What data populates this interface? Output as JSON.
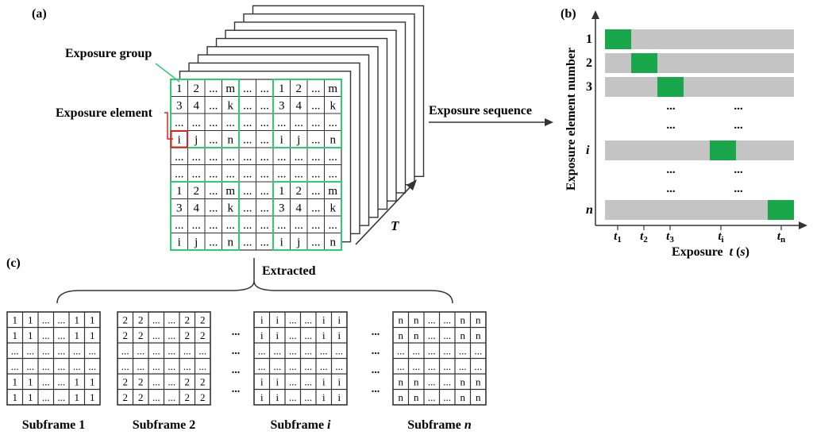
{
  "panels": {
    "a": "(a)",
    "b": "(b)",
    "c": "(c)"
  },
  "labels": {
    "exposure_group": "Exposure group",
    "exposure_element": "Exposure element",
    "exposure_sequence": "Exposure sequence",
    "time_axis": "T",
    "extracted": "Extracted",
    "y_axis": "Exposure element number",
    "x_axis_prefix": "Exposure",
    "x_axis_var": "t",
    "x_axis_unit_open": "(",
    "x_axis_unit": "s",
    "x_axis_unit_close": ")",
    "ellipsis": "..."
  },
  "grid": {
    "rows": [
      [
        "1",
        "2",
        "...",
        "m",
        "...",
        "...",
        "1",
        "2",
        "...",
        "m"
      ],
      [
        "3",
        "4",
        "...",
        "k",
        "...",
        "...",
        "3",
        "4",
        "...",
        "k"
      ],
      [
        "...",
        "...",
        "...",
        "...",
        "...",
        "...",
        "...",
        "...",
        "...",
        "..."
      ],
      [
        "i",
        "j",
        "...",
        "n",
        "...",
        "...",
        "i",
        "j",
        "...",
        "n"
      ],
      [
        "...",
        "...",
        "...",
        "...",
        "...",
        "...",
        "...",
        "...",
        "...",
        "..."
      ],
      [
        "...",
        "...",
        "...",
        "...",
        "...",
        "...",
        "...",
        "...",
        "...",
        "..."
      ],
      [
        "1",
        "2",
        "...",
        "m",
        "...",
        "...",
        "1",
        "2",
        "...",
        "m"
      ],
      [
        "3",
        "4",
        "...",
        "k",
        "...",
        "...",
        "3",
        "4",
        "...",
        "k"
      ],
      [
        "...",
        "...",
        "...",
        "...",
        "...",
        "...",
        "...",
        "...",
        "...",
        "..."
      ],
      [
        "i",
        "j",
        "...",
        "n",
        "...",
        "...",
        "i",
        "j",
        "...",
        "n"
      ]
    ]
  },
  "sequence": {
    "rows": [
      {
        "label": "1",
        "italic": false,
        "slot": 0
      },
      {
        "label": "2",
        "italic": false,
        "slot": 1
      },
      {
        "label": "3",
        "italic": false,
        "slot": 2
      },
      {
        "label": "i",
        "italic": true,
        "slot": 4
      },
      {
        "label": "n",
        "italic": true,
        "slot": 6
      }
    ],
    "ticks": [
      {
        "t": "t",
        "sub": "1"
      },
      {
        "t": "t",
        "sub": "2"
      },
      {
        "t": "t",
        "sub": "3"
      },
      {
        "t": "t",
        "sub": "i"
      },
      {
        "t": "t",
        "sub": "n"
      }
    ],
    "ellipsis": "..."
  },
  "subframes": [
    {
      "label": "Subframe",
      "index": "1",
      "italic": false,
      "rows": [
        [
          "1",
          "1",
          "...",
          "...",
          "1",
          "1"
        ],
        [
          "1",
          "1",
          "...",
          "...",
          "1",
          "1"
        ],
        [
          "...",
          "...",
          "...",
          "...",
          "...",
          "..."
        ],
        [
          "...",
          "...",
          "...",
          "...",
          "...",
          "..."
        ],
        [
          "1",
          "1",
          "...",
          "...",
          "1",
          "1"
        ],
        [
          "1",
          "1",
          "...",
          "...",
          "1",
          "1"
        ]
      ]
    },
    {
      "label": "Subframe",
      "index": "2",
      "italic": false,
      "rows": [
        [
          "2",
          "2",
          "...",
          "...",
          "2",
          "2"
        ],
        [
          "2",
          "2",
          "...",
          "...",
          "2",
          "2"
        ],
        [
          "...",
          "...",
          "...",
          "...",
          "...",
          "..."
        ],
        [
          "...",
          "...",
          "...",
          "...",
          "...",
          "..."
        ],
        [
          "2",
          "2",
          "...",
          "...",
          "2",
          "2"
        ],
        [
          "2",
          "2",
          "...",
          "...",
          "2",
          "2"
        ]
      ]
    },
    {
      "label": "Subframe",
      "index": "i",
      "italic": true,
      "rows": [
        [
          "i",
          "i",
          "...",
          "...",
          "i",
          "i"
        ],
        [
          "i",
          "i",
          "...",
          "...",
          "i",
          "i"
        ],
        [
          "...",
          "...",
          "...",
          "...",
          "...",
          "..."
        ],
        [
          "...",
          "...",
          "...",
          "...",
          "...",
          "..."
        ],
        [
          "i",
          "i",
          "...",
          "...",
          "i",
          "i"
        ],
        [
          "i",
          "i",
          "...",
          "...",
          "i",
          "i"
        ]
      ]
    },
    {
      "label": "Subframe",
      "index": "n",
      "italic": true,
      "rows": [
        [
          "n",
          "n",
          "...",
          "...",
          "n",
          "n"
        ],
        [
          "n",
          "n",
          "...",
          "...",
          "n",
          "n"
        ],
        [
          "...",
          "...",
          "...",
          "...",
          "...",
          "..."
        ],
        [
          "...",
          "...",
          "...",
          "...",
          "...",
          "..."
        ],
        [
          "n",
          "n",
          "...",
          "...",
          "n",
          "n"
        ],
        [
          "n",
          "n",
          "...",
          "...",
          "n",
          "n"
        ]
      ]
    }
  ],
  "colors": {
    "group_border": "#2ecc71",
    "element_border": "#e02020",
    "exposure_on": "#1aa64a",
    "bar": "#c4c4c4",
    "grid_line": "#333333"
  }
}
